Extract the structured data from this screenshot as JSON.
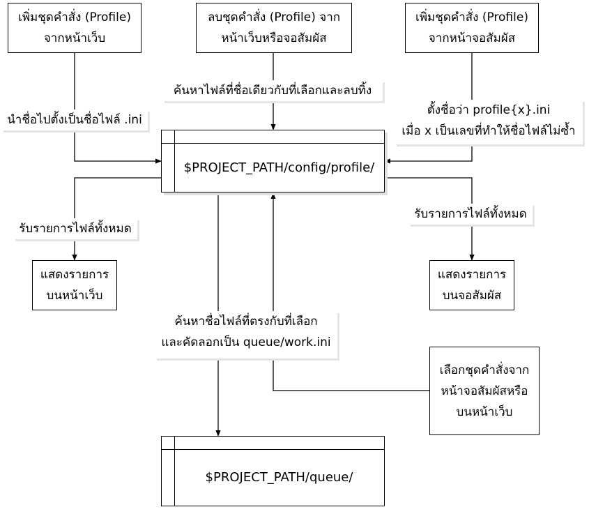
{
  "nodes": {
    "add_profile_web": [
      "เพิ่มชุดคำสั่ง (Profile)",
      "จากหน้าเว็บ"
    ],
    "delete_profile": [
      "ลบชุดคำสั่ง (Profile) จาก",
      "หน้าเว็บหรือจอสัมผัส"
    ],
    "add_profile_touch": [
      "เพิ่มชุดคำสั่ง (Profile)",
      "จากหน้าจอสัมผัส"
    ],
    "show_list_web": [
      "แสดงรายการ",
      "บนหน้าเว็บ"
    ],
    "show_list_touch": [
      "แสดงรายการ",
      "บนจอสัมผัส"
    ],
    "select_profile": [
      "เลือกชุดคำสั่งจาก",
      "หน้าจอสัมผัสหรือ",
      "บนหน้าเว็บ"
    ]
  },
  "stores": {
    "profile_dir": "$PROJECT_PATH/config/profile/",
    "queue_dir": "$PROJECT_PATH/queue/"
  },
  "edge_labels": {
    "name_as_ini": "นำชื่อไปตั้งเป็นชื่อไฟล์ .ini",
    "find_and_delete": "ค้นหาไฟล์ที่ชื่อเดียวกับที่เลือกและลบทิ้ง",
    "name_profile_x": [
      "ตั้งชื่อว่า profile{x}.ini",
      "เมื่อ x เป็นเลขที่ทำให้ชื่อไฟล์ไม่ซ้ำ"
    ],
    "get_all_files_left": "รับรายการไฟล์ทั้งหมด",
    "get_all_files_right": "รับรายการไฟล์ทั้งหมด",
    "find_and_copy": [
      "ค้นหาชื่อไฟล์ที่ตรงกับที่เลือก",
      "และคัดลอกเป็น queue/work.ini"
    ]
  }
}
